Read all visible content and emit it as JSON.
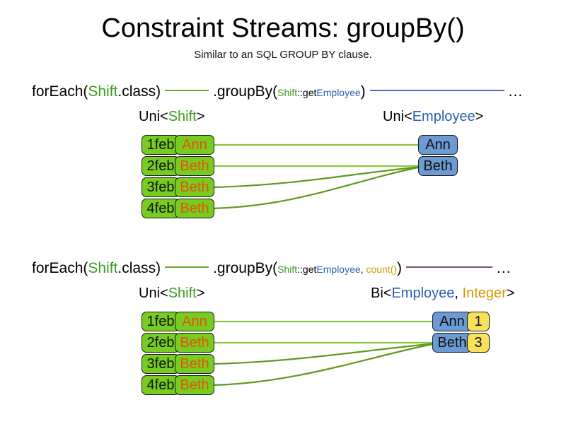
{
  "slide": {
    "title": "Constraint Streams: groupBy()",
    "subtitle": "Similar to an SQL GROUP BY clause."
  },
  "colors": {
    "shift_green": "#3C9B1E",
    "employee_blue": "#2B5FB0",
    "integer_gold": "#D29A00",
    "box_green_fill": "#77CC22",
    "box_blue_fill": "#6B9BD2",
    "box_yellow_fill": "#FAE15C",
    "name_text_orange": "#E8500A",
    "connector_green": "#6AAA28",
    "connector_blue": "#4A6FB0",
    "connector_purple": "#7B4F7B"
  },
  "section_one": {
    "code": {
      "for_each_prefix": "forEach(",
      "for_each_type": "Shift",
      "for_each_suffix": ".class)",
      "group_by_prefix": ".groupBy(",
      "group_by_ref_owner": "Shift",
      "group_by_ref_sep": "::get",
      "group_by_ref_member": "Employee",
      "group_by_suffix": ")",
      "ellipsis": "..."
    },
    "left_caption_prefix": "Uni<",
    "left_caption_type": "Shift",
    "left_caption_suffix": ">",
    "right_caption_prefix": "Uni<",
    "right_caption_type": "Employee",
    "right_caption_suffix": ">",
    "shifts": [
      {
        "date": "1feb",
        "employee": "Ann"
      },
      {
        "date": "2feb",
        "employee": "Beth"
      },
      {
        "date": "3feb",
        "employee": "Beth"
      },
      {
        "date": "4feb",
        "employee": "Beth"
      }
    ],
    "employees": [
      {
        "name": "Ann"
      },
      {
        "name": "Beth"
      }
    ],
    "mappings": [
      {
        "from_shift": "1feb",
        "to_employee": "Ann"
      },
      {
        "from_shift": "2feb",
        "to_employee": "Beth"
      },
      {
        "from_shift": "3feb",
        "to_employee": "Beth"
      },
      {
        "from_shift": "4feb",
        "to_employee": "Beth"
      }
    ]
  },
  "section_two": {
    "code": {
      "for_each_prefix": "forEach(",
      "for_each_type": "Shift",
      "for_each_suffix": ".class)",
      "group_by_prefix": ".groupBy(",
      "group_by_ref_owner": "Shift",
      "group_by_ref_sep": "::get",
      "group_by_ref_member": "Employee",
      "group_by_comma": ", ",
      "group_by_collector": "count()",
      "group_by_suffix": ")",
      "ellipsis": "..."
    },
    "left_caption_prefix": "Uni<",
    "left_caption_type": "Shift",
    "left_caption_suffix": ">",
    "right_caption_prefix": "Bi<",
    "right_caption_type_a": "Employee",
    "right_caption_comma": ", ",
    "right_caption_type_b": "Integer",
    "right_caption_suffix": ">",
    "shifts": [
      {
        "date": "1feb",
        "employee": "Ann"
      },
      {
        "date": "2feb",
        "employee": "Beth"
      },
      {
        "date": "3feb",
        "employee": "Beth"
      },
      {
        "date": "4feb",
        "employee": "Beth"
      }
    ],
    "groups": [
      {
        "name": "Ann",
        "count": "1"
      },
      {
        "name": "Beth",
        "count": "3"
      }
    ],
    "mappings": [
      {
        "from_shift": "1feb",
        "to_employee": "Ann"
      },
      {
        "from_shift": "2feb",
        "to_employee": "Beth"
      },
      {
        "from_shift": "3feb",
        "to_employee": "Beth"
      },
      {
        "from_shift": "4feb",
        "to_employee": "Beth"
      }
    ]
  }
}
